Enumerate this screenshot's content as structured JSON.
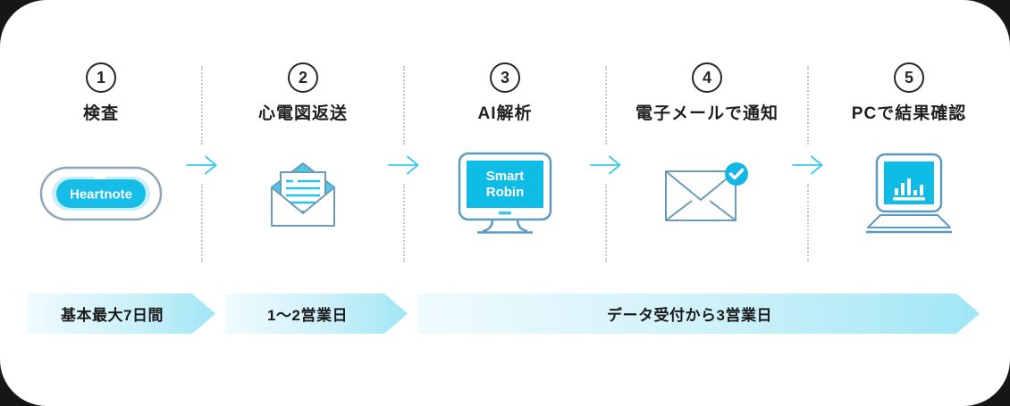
{
  "steps": [
    {
      "number": "1",
      "label": "検査",
      "icon": "heartnote-device",
      "device_label": "Heartnote"
    },
    {
      "number": "2",
      "label": "心電図返送",
      "icon": "open-envelope"
    },
    {
      "number": "3",
      "label": "AI解析",
      "icon": "analysis-monitor",
      "screen_lines": [
        "Smart",
        "Robin"
      ]
    },
    {
      "number": "4",
      "label": "電子メールで通知",
      "icon": "envelope-check"
    },
    {
      "number": "5",
      "label": "PCで結果確認",
      "icon": "laptop-chart"
    }
  ],
  "timeline": [
    {
      "label": "基本最大7日間"
    },
    {
      "label": "1〜2営業日"
    },
    {
      "label": "データ受付から3営業日"
    }
  ],
  "colors": {
    "accent_cyan": "#12bde6",
    "arrow_cyan": "#3bc8f0",
    "stroke_slate": "#6a9cb8",
    "stroke_blue": "#5b9bc0",
    "timeline_gradient_start": "#f0fbfe",
    "timeline_gradient_end": "#a0e6f5",
    "text_dark": "#1f1f1f",
    "card_bg": "#ffffff",
    "outer_bg": "#161616"
  }
}
